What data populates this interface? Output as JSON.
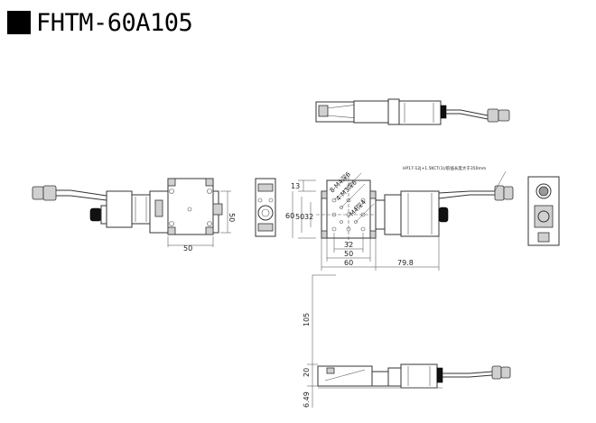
{
  "title": "FHTM-60A105",
  "cable_note": "HP17-12J+1.5KCT(1)/航插长度大于350mm",
  "dimensions": {
    "front_width": "50",
    "front_height": "50",
    "top_13": "13",
    "top_60": "60",
    "top_50": "50",
    "top_32": "32",
    "bottom_32": "32",
    "bottom_50": "50",
    "bottom_60": "60",
    "motor_offset": "79.8",
    "travel_105": "105",
    "side_20": "20",
    "side_6_49": "6.49"
  },
  "hole_callouts": {
    "m4": "8-M4深6",
    "m3": "4-M3深6",
    "m4_small": "M4深4"
  }
}
